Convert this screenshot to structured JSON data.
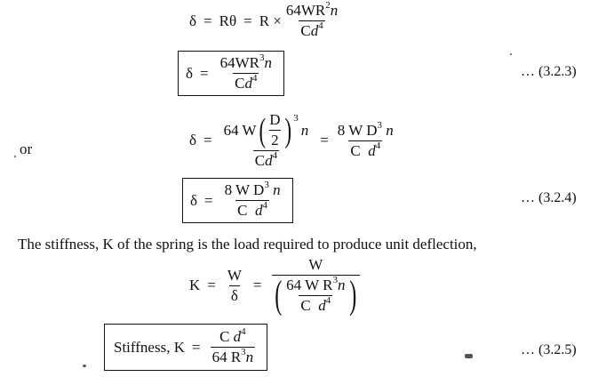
{
  "eq1": {
    "lhs": "δ",
    "eq": "=",
    "mid": "Rθ",
    "eq2": "=",
    "r_times": "R ×",
    "num_a": "64WR",
    "num_exp": "2",
    "num_b": "n",
    "den_a": "C",
    "den_b": "d",
    "den_exp": "4"
  },
  "eq2": {
    "lhs": "δ",
    "eq": "=",
    "num_a": "64WR",
    "num_exp": "3",
    "num_b": "n",
    "den_a": "C",
    "den_b": "d",
    "den_exp": "4",
    "ref": "… (3.2.3)"
  },
  "eq3": {
    "or": "or",
    "lhs": "δ",
    "eq": "=",
    "num_a": "64 W",
    "inner_num": "D",
    "inner_den": "2",
    "inner_exp": "3",
    "num_b": "n",
    "den_a": "C",
    "den_b": "d",
    "den_exp": "4",
    "eq2": "=",
    "r_num_a": "8 W D",
    "r_num_exp": "3",
    "r_num_b": "n",
    "r_den_a": "C",
    "r_den_b": "d",
    "r_den_exp": "4"
  },
  "eq4": {
    "lhs": "δ",
    "eq": "=",
    "num_a": "8 W D",
    "num_exp": "3",
    "num_b": "n",
    "den_a": "C",
    "den_b": "d",
    "den_exp": "4",
    "ref": "… (3.2.4)"
  },
  "paragraph": "The stiffness, K of the spring is the load required to produce unit deflection,",
  "eq5": {
    "lhs": "K",
    "eq": "=",
    "f1_num": "W",
    "f1_den": "δ",
    "eq2": "=",
    "f2_num": "W",
    "inner_num_a": "64 W R",
    "inner_num_exp": "3",
    "inner_num_b": "n",
    "inner_den_a": "C",
    "inner_den_b": "d",
    "inner_den_exp": "4"
  },
  "eq6": {
    "label": "Stiffness, K",
    "eq": "=",
    "num_a": "C",
    "num_b": "d",
    "num_exp": "4",
    "den_a": "64 R",
    "den_exp": "3",
    "den_b": "n",
    "ref": "… (3.2.5)"
  }
}
